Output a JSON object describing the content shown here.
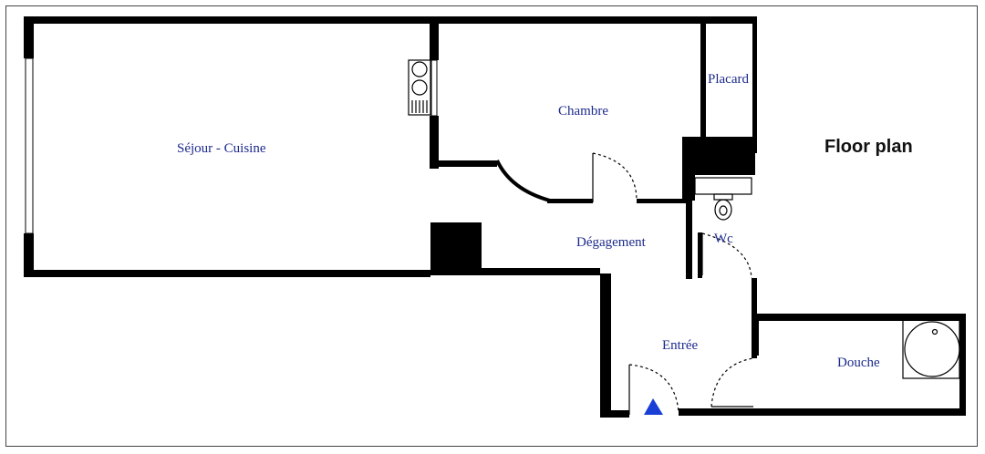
{
  "title": "Floor plan",
  "rooms": {
    "sejour": "Séjour - Cuisine",
    "chambre": "Chambre",
    "placard": "Placard",
    "degagement": "Dégagement",
    "wc": "Wc",
    "entree": "Entrée",
    "douche": "Douche"
  },
  "icons": {
    "entry_marker": "blue-triangle-entry-icon",
    "sink": "sink-icon",
    "toilet": "toilet-icon",
    "shower": "shower-tray-icon"
  },
  "colors": {
    "wall": "#000000",
    "label": "#1c2a8c",
    "entry_marker": "#1a3fd6"
  }
}
